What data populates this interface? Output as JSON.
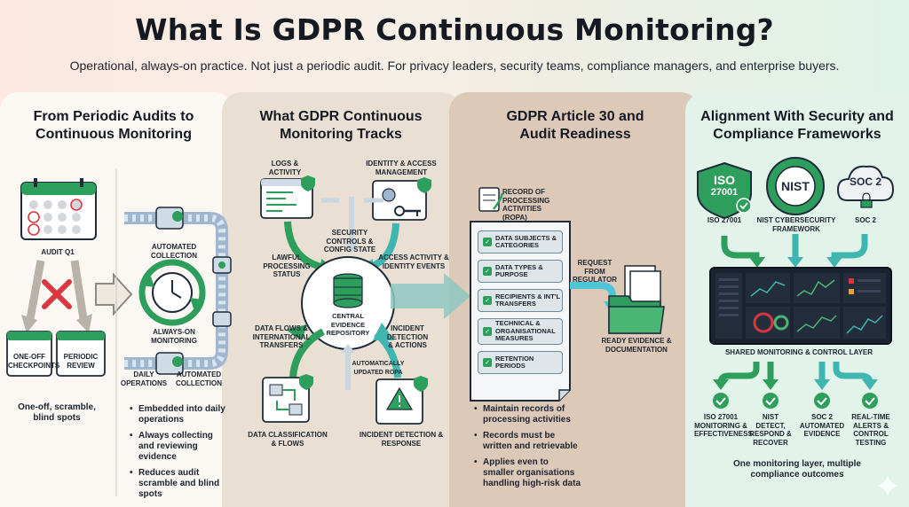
{
  "title": "What Is GDPR Continuous Monitoring?",
  "subtitle": "Operational, always-on practice. Not just a periodic audit. For privacy leaders, security teams, compliance managers, and enterprise buyers.",
  "panel1": {
    "heading_l1": "From Periodic Audits to",
    "heading_l2": "Continuous Monitoring",
    "audit": "AUDIT Q1",
    "checkpoints": "ONE-OFF CHECKPOINTS",
    "review": "PERIODIC REVIEW",
    "problem": "One-off, scramble, blind spots",
    "automated_collection_top": "AUTOMATED COLLECTION",
    "always_on": "ALWAYS-ON MONITORING",
    "daily_ops": "DAILY OPERATIONS",
    "automated_collection_bottom": "AUTOMATED COLLECTION",
    "bullets": [
      "Embedded into daily operations",
      "Always collecting and reviewing evidence",
      "Reduces audit scramble and blind spots"
    ]
  },
  "panel2": {
    "heading_l1": "What GDPR Continuous",
    "heading_l2": "Monitoring Tracks",
    "logs": "LOGS & ACTIVITY",
    "identity": "IDENTITY & ACCESS MANAGEMENT",
    "security_controls": "SECURITY CONTROLS & CONFIG STATE",
    "lawful": "LAWFUL PROCESSING STATUS",
    "access_activity": "ACCESS ACTIVITY & IDENTITY EVENTS",
    "central": "CENTRAL EVIDENCE REPOSITORY",
    "data_flows": "DATA FLOWS & INTERNATIONAL TRANSFERS",
    "incident_actions": "INCIDENT DETECTION & ACTIONS",
    "auto_ropa": "AUTOMATICALLY UPDATED RoPA",
    "classification": "DATA CLASSIFICATION & FLOWS",
    "incident_response": "INCIDENT DETECTION & RESPONSE"
  },
  "panel3": {
    "heading_l1": "GDPR Article 30 and",
    "heading_l2": "Audit Readiness",
    "ropa_title": "RECORD OF PROCESSING ACTIVITIES (RoPA)",
    "items": [
      "DATA SUBJECTS & CATEGORIES",
      "DATA TYPES & PURPOSE",
      "RECIPIENTS & INT'L TRANSFERS",
      "TECHNICAL & ORGANISATIONAL MEASURES",
      "RETENTION PERIODS"
    ],
    "request": "REQUEST FROM REGULATOR",
    "ready": "READY EVIDENCE & DOCUMENTATION",
    "bullets": [
      "Maintain records of processing activities",
      "Records must be written and retrievable",
      "Applies even to smaller organisations handling high-risk data"
    ]
  },
  "panel4": {
    "heading_l1": "Alignment With Security and",
    "heading_l2": "Compliance Frameworks",
    "iso_badge_l1": "ISO",
    "iso_badge_l2": "27001",
    "nist_badge": "NIST",
    "soc_badge": "SOC 2",
    "iso_label": "ISO 27001",
    "nist_label": "NIST CYBERSECURITY FRAMEWORK",
    "soc_label": "SOC 2",
    "shared_layer": "SHARED MONITORING & CONTROL LAYER",
    "outcomes": [
      "ISO 27001 MONITORING & EFFECTIVENESS",
      "NIST DETECT, RESPOND & RECOVER",
      "SOC 2 AUTOMATED EVIDENCE",
      "REAL-TIME ALERTS & CONTROL TESTING"
    ],
    "summary": "One monitoring layer, multiple compliance outcomes"
  },
  "colors": {
    "green": "#2e9e5c",
    "teal": "#3fb7b0",
    "navy": "#1f2b3a",
    "red": "#d9363e"
  }
}
